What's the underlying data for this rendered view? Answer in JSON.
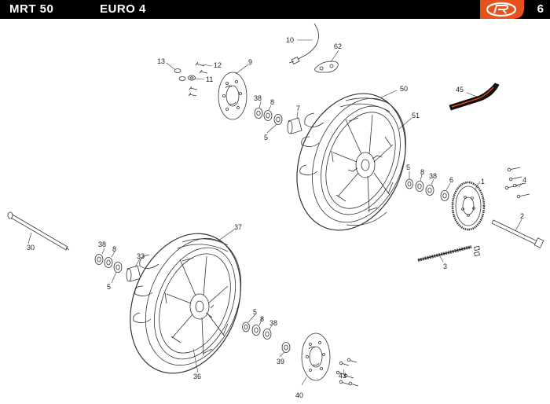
{
  "header": {
    "model": "MRT 50",
    "norm": "EURO 4",
    "page": "6",
    "logo_icon": "rieju-r-logo"
  },
  "colors": {
    "header_bg": "#000000",
    "header_text": "#ffffff",
    "logo_orange": "#e8501c",
    "line": "#333333"
  },
  "parts": [
    {
      "id": "p1",
      "label": "1"
    },
    {
      "id": "p2",
      "label": "2"
    },
    {
      "id": "p3",
      "label": "3"
    },
    {
      "id": "p4",
      "label": "4"
    },
    {
      "id": "p5a",
      "label": "5"
    },
    {
      "id": "p5b",
      "label": "5"
    },
    {
      "id": "p5c",
      "label": "5"
    },
    {
      "id": "p5d",
      "label": "5"
    },
    {
      "id": "p6",
      "label": "6"
    },
    {
      "id": "p7",
      "label": "7"
    },
    {
      "id": "p8a",
      "label": "8"
    },
    {
      "id": "p8b",
      "label": "8"
    },
    {
      "id": "p8c",
      "label": "8"
    },
    {
      "id": "p8d",
      "label": "8"
    },
    {
      "id": "p9",
      "label": "9"
    },
    {
      "id": "p10",
      "label": "10"
    },
    {
      "id": "p11",
      "label": "11"
    },
    {
      "id": "p12",
      "label": "12"
    },
    {
      "id": "p13",
      "label": "13"
    },
    {
      "id": "p30",
      "label": "30"
    },
    {
      "id": "p33",
      "label": "33"
    },
    {
      "id": "p36",
      "label": "36"
    },
    {
      "id": "p37",
      "label": "37"
    },
    {
      "id": "p38a",
      "label": "38"
    },
    {
      "id": "p38b",
      "label": "38"
    },
    {
      "id": "p38c",
      "label": "38"
    },
    {
      "id": "p38d",
      "label": "38"
    },
    {
      "id": "p39",
      "label": "39"
    },
    {
      "id": "p40",
      "label": "40"
    },
    {
      "id": "p43",
      "label": "43"
    },
    {
      "id": "p45",
      "label": "45"
    },
    {
      "id": "p50",
      "label": "50"
    },
    {
      "id": "p51",
      "label": "51"
    },
    {
      "id": "p62",
      "label": "62"
    }
  ]
}
